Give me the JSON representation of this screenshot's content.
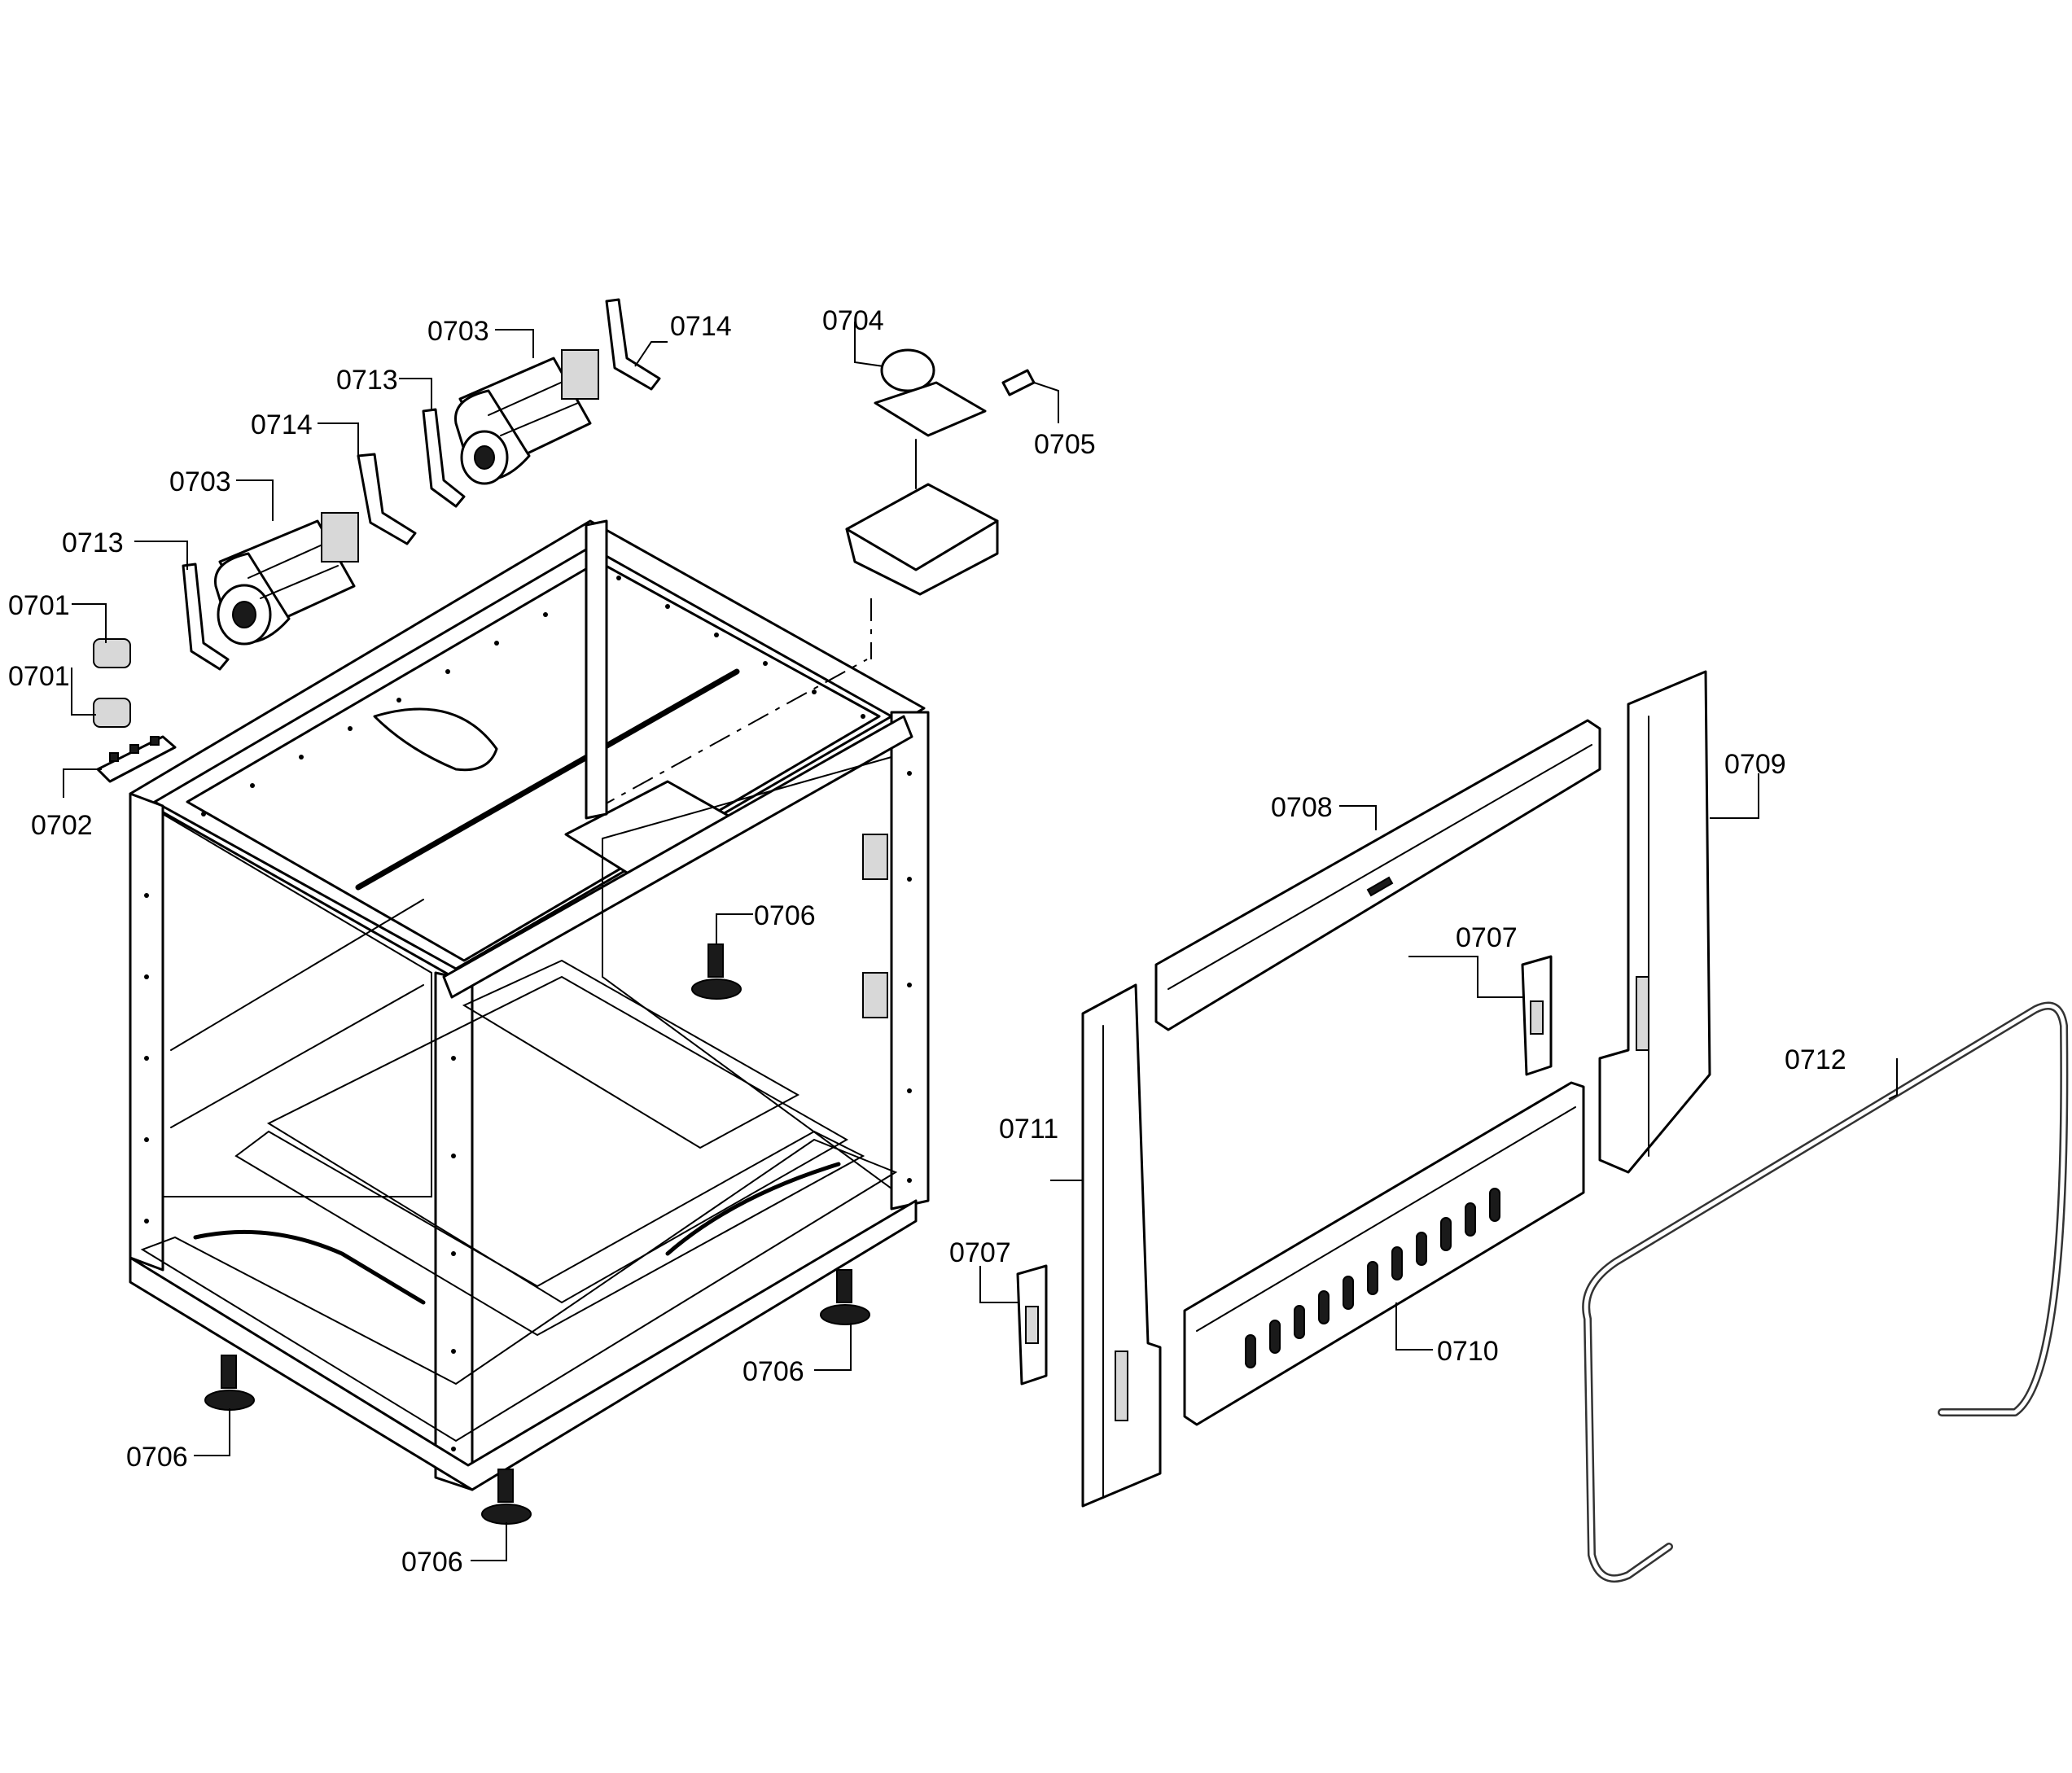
{
  "labels": {
    "0701": "0701",
    "0702": "0702",
    "0703": "0703",
    "0704": "0704",
    "0705": "0705",
    "0706": "0706",
    "0707": "0707",
    "0708": "0708",
    "0709": "0709",
    "0710": "0710",
    "0711": "0711",
    "0712": "0712",
    "0713": "0713",
    "0714": "0714"
  }
}
